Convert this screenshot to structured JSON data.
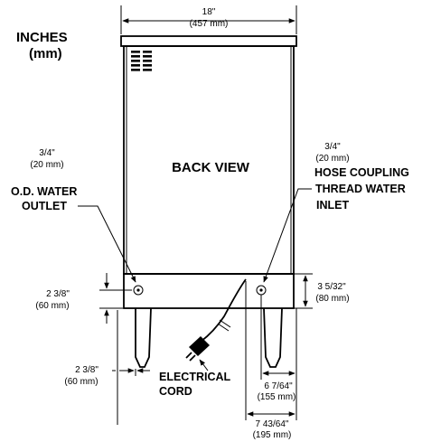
{
  "units": {
    "line1": "INCHES",
    "line2": "(mm)"
  },
  "view_label": "BACK VIEW",
  "dimensions": {
    "width": {
      "in": "18\"",
      "mm": "(457 mm)"
    },
    "outlet_size": {
      "in": "3/4\"",
      "mm": "(20 mm)"
    },
    "inlet_size": {
      "in": "3/4\"",
      "mm": "(20 mm)"
    },
    "outlet_height": {
      "in": "2 3/8\"",
      "mm": "(60 mm)"
    },
    "inlet_height": {
      "in": "3 5/32\"",
      "mm": "(80 mm)"
    },
    "leg_offset": {
      "in": "2 3/8\"",
      "mm": "(60 mm)"
    },
    "inlet_from_right": {
      "in": "6 7/64\"",
      "mm": "(155 mm)"
    },
    "cord_from_right": {
      "in": "7 43/64\"",
      "mm": "(195 mm)"
    }
  },
  "callouts": {
    "outlet": {
      "line1": "O.D. WATER",
      "line2": "OUTLET"
    },
    "inlet": {
      "line1": "HOSE COUPLING",
      "line2": "THREAD WATER",
      "line3": "INLET"
    },
    "cord": {
      "line1": "ELECTRICAL",
      "line2": "CORD"
    }
  }
}
